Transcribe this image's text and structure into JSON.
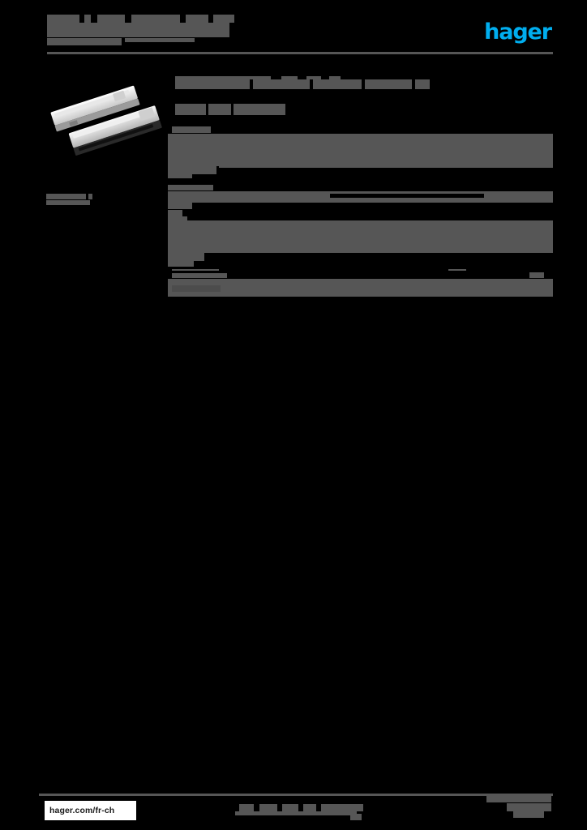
{
  "document": {
    "kind": "product-datasheet",
    "brand_logo_text": "hager",
    "brand_color": "#00AEEF",
    "redaction_color": "#565656",
    "page_background": "#000000",
    "header": {
      "title_redacted": true,
      "subtitle_redacted": true
    },
    "left_column": {
      "product_image_alt": "two white elongated DIN-rail electrical enclosure / trunking components shown at an angle",
      "caption_redacted": true
    },
    "main": {
      "heading_redacted": true,
      "subheading_redacted": true,
      "rows": [
        {
          "id": "row-1",
          "label_redacted": true,
          "value_redacted": true
        },
        {
          "id": "row-2",
          "label_redacted": true,
          "value_redacted": true
        },
        {
          "id": "row-3",
          "label_redacted": true,
          "value_redacted": true
        },
        {
          "id": "row-4",
          "label_redacted": true,
          "value_redacted": true
        },
        {
          "id": "row-5",
          "label_redacted": true,
          "value_redacted": true
        }
      ]
    },
    "footer": {
      "url": "hager.com/fr-ch",
      "center_redacted": true,
      "right_redacted": true
    }
  }
}
